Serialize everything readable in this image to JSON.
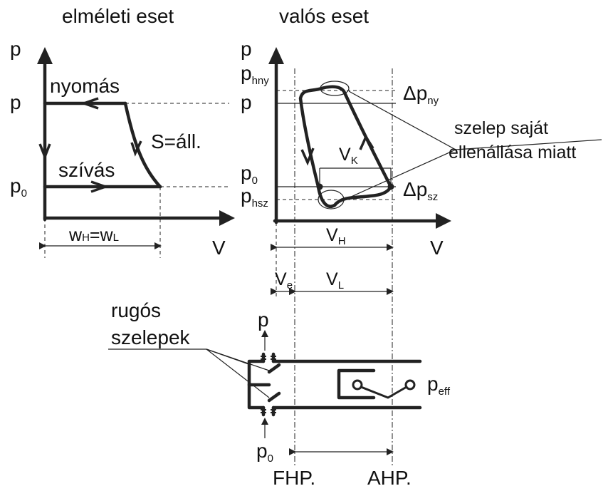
{
  "titles": {
    "theoretical": "elméleti eset",
    "real": "valós eset"
  },
  "left": {
    "p_axis": "p",
    "p_level": "p",
    "p0_base": "p",
    "p0_sub": "0",
    "v_axis": "V",
    "discharge": "nyomás",
    "suction": "szívás",
    "isentropic": "S=áll.",
    "work": "w",
    "work_h": "H",
    "work_eq": "=w",
    "work_l": "L"
  },
  "right": {
    "p_axis": "p",
    "phny_base": "p",
    "phny_sub": "hny",
    "p_level": "p",
    "p0_base": "p",
    "p0_sub": "0",
    "phsz_base": "p",
    "phsz_sub": "hsz",
    "v_axis": "V",
    "dp_ny_base": "Δp",
    "dp_ny_sub": "ny",
    "dp_sz_base": "Δp",
    "dp_sz_sub": "sz",
    "vk_base": "V",
    "vk_sub": "K",
    "vh_base": "V",
    "vh_sub": "H",
    "ve_base": "V",
    "ve_sub": "e",
    "vl_base": "V",
    "vl_sub": "L",
    "valve_note_1": "szelep saját",
    "valve_note_2": "ellenállása miatt"
  },
  "bottom": {
    "spring_1": "rugós",
    "spring_2": "szelepek",
    "p_top": "p",
    "p0_base": "p",
    "p0_sub": "0",
    "peff_base": "p",
    "peff_sub": "eff",
    "fhp": "FHP.",
    "ahp": "AHP."
  }
}
